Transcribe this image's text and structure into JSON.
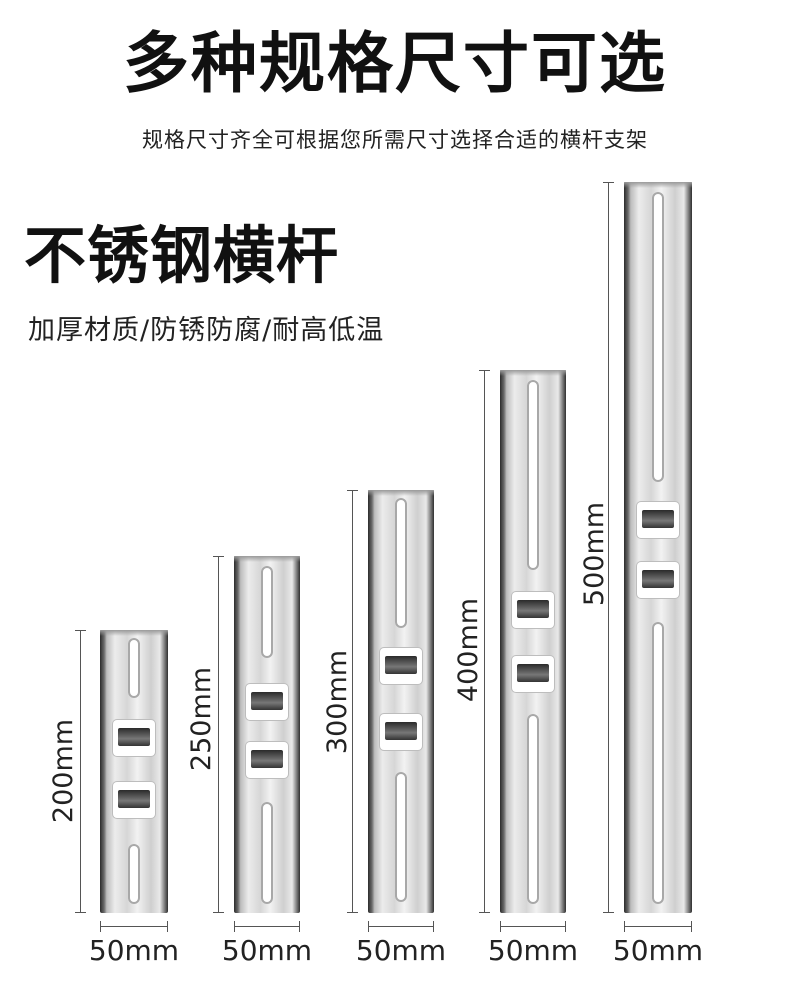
{
  "title": "多种规格尺寸可选",
  "subtitle": "规格尺寸齐全可根据您所需尺寸选择合适的横杆支架",
  "heading": "不锈钢横杆",
  "features": "加厚材质/防锈防腐/耐高低温",
  "sizes": [
    {
      "length": "200mm",
      "width": "50mm"
    },
    {
      "length": "250mm",
      "width": "50mm"
    },
    {
      "length": "300mm",
      "width": "50mm"
    },
    {
      "length": "400mm",
      "width": "50mm"
    },
    {
      "length": "500mm",
      "width": "50mm"
    }
  ]
}
